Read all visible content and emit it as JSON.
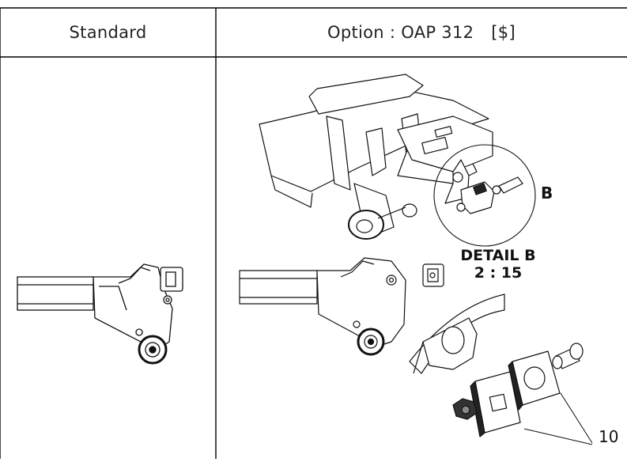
{
  "table": {
    "col_standard": "Standard",
    "col_option_name": "Option : OAP 312",
    "col_option_price": "[$]"
  },
  "labels": {
    "callout_b": "B",
    "detail_title": "DETAIL B",
    "detail_scale": "2 : 15",
    "part_number": "10"
  }
}
